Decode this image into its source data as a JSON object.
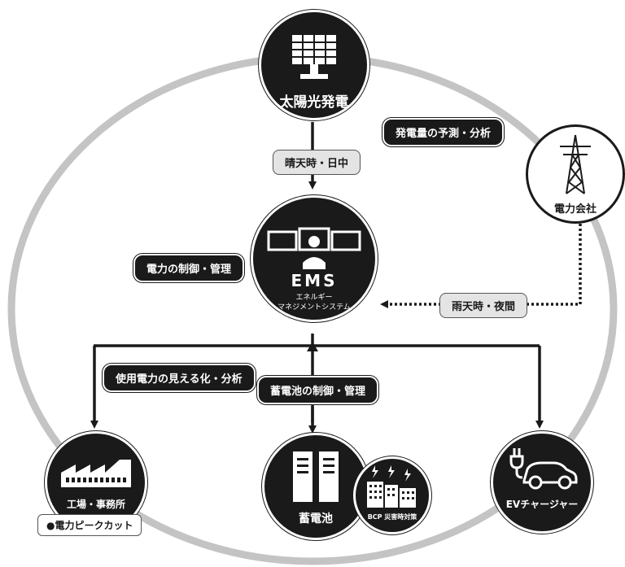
{
  "nodes": {
    "solar": "太陽光発電",
    "ems_title": "EMS",
    "ems_sub1": "エネルギー",
    "ems_sub2": "マネジメントシステム",
    "utility": "電力会社",
    "factory": "工場・事務所",
    "battery": "蓄電池",
    "bcp": "BCP 災害時対策",
    "ev": "EVチャージャー"
  },
  "labels": {
    "sunny": "晴天時・日中",
    "forecast": "発電量の予測・分析",
    "control": "電力の制御・管理",
    "rainy": "雨天時・夜間",
    "visualize": "使用電力の見える化・分析",
    "battery_control": "蓄電池の制御・管理",
    "peak_cut": "●電力ピークカット"
  }
}
